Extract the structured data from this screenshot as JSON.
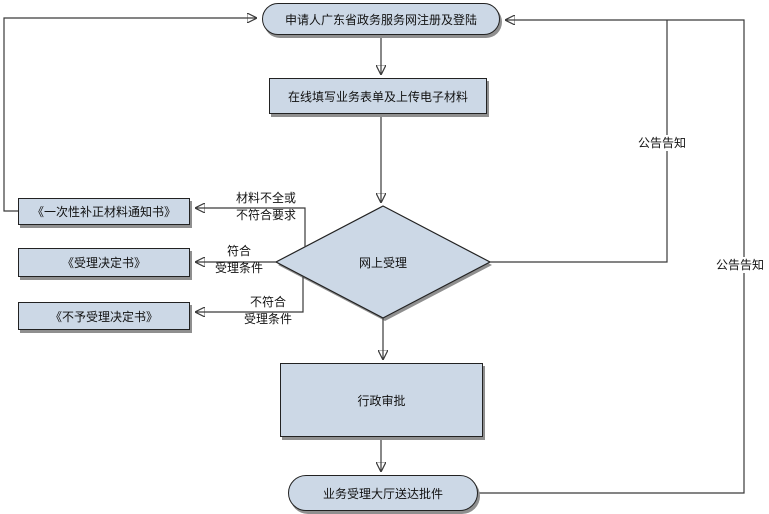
{
  "diagram": {
    "type": "flowchart",
    "nodes": {
      "start": {
        "label": "申请人广东省政务服务网注册及登陆",
        "shape": "stadium"
      },
      "fill_form": {
        "label": "在线填写业务表单及上传电子材料",
        "shape": "rect"
      },
      "decision": {
        "label": "网上受理",
        "shape": "diamond"
      },
      "notice_correction": {
        "label": "《一次性补正材料通知书》",
        "shape": "rect"
      },
      "notice_accept": {
        "label": "《受理决定书》",
        "shape": "rect"
      },
      "notice_reject": {
        "label": "《不予受理决定书》",
        "shape": "rect"
      },
      "approval": {
        "label": "行政审批",
        "shape": "rect"
      },
      "delivery": {
        "label": "业务受理大厅送达批件",
        "shape": "stadium"
      }
    },
    "edge_labels": {
      "incomplete": {
        "line1": "材料不全或",
        "line2": "不符合要求"
      },
      "meets": {
        "line1": "符合",
        "line2": "受理条件"
      },
      "not_meets": {
        "line1": "不符合",
        "line2": "受理条件"
      },
      "announce_decision": {
        "label": "公告告知"
      },
      "announce_delivery": {
        "label": "公告告知"
      }
    },
    "colors": {
      "node_fill": "#ccd8e6",
      "node_border": "#222222",
      "node_shadow": "#8f8f8f",
      "connector": "#3a3a3a",
      "text": "#111111",
      "background": "#ffffff"
    }
  }
}
